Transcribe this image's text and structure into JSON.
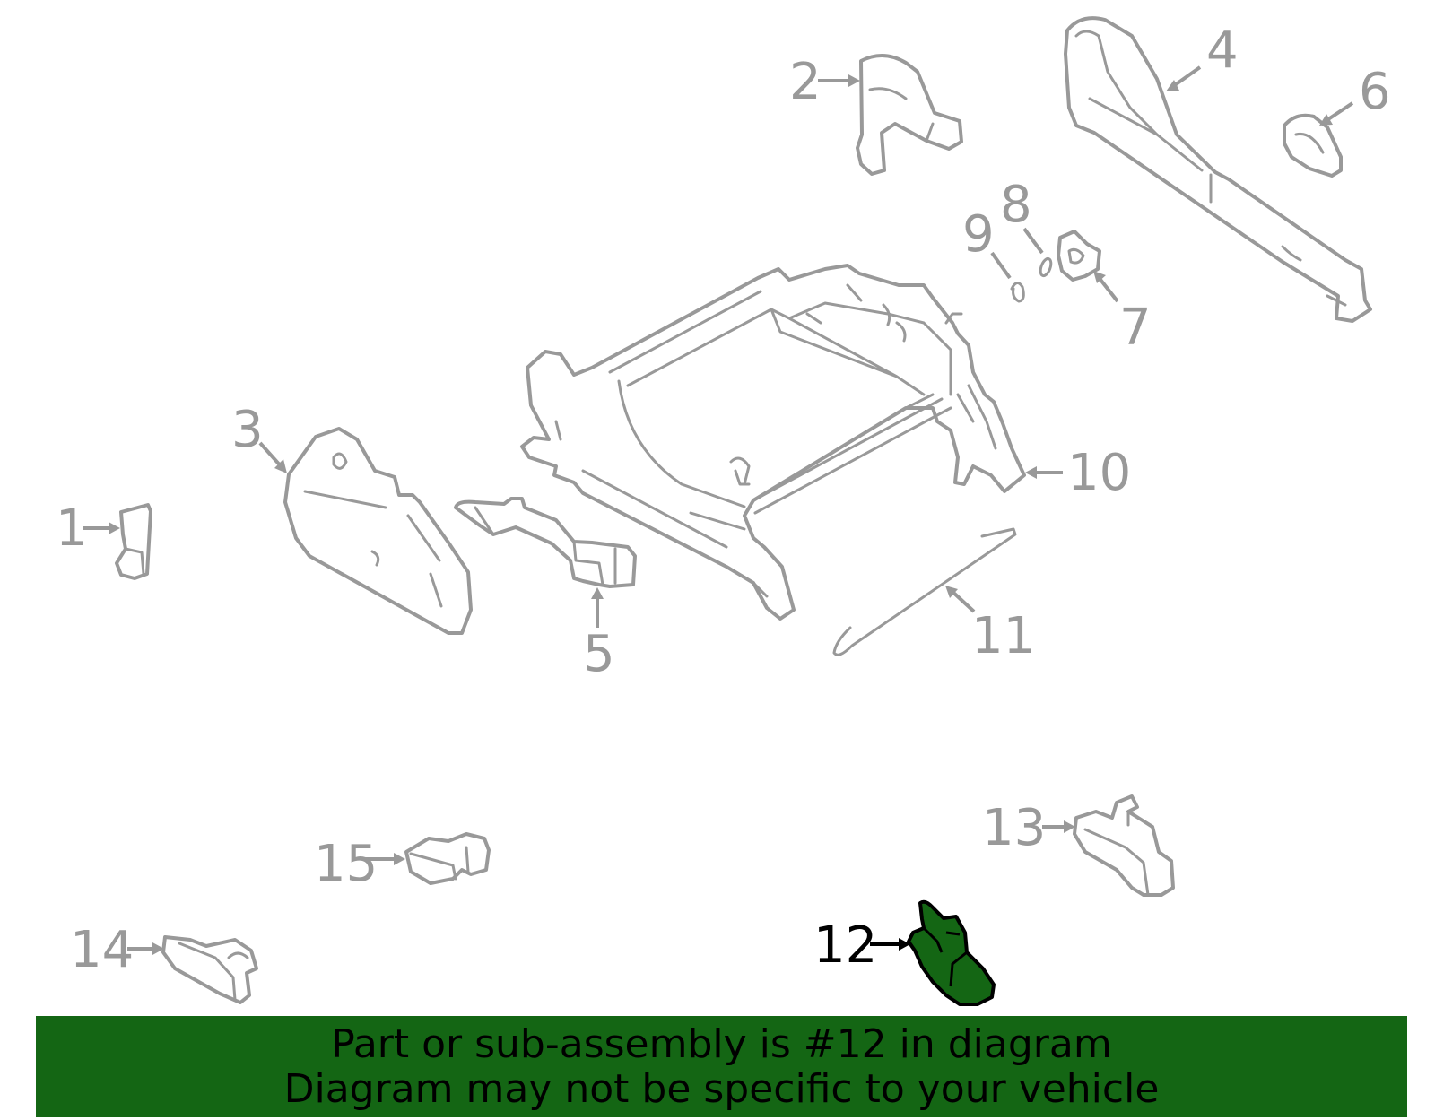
{
  "diagram": {
    "highlight_color": "#146614",
    "part_color": "#999999",
    "callouts": [
      {
        "id": "1",
        "label": "1"
      },
      {
        "id": "2",
        "label": "2"
      },
      {
        "id": "3",
        "label": "3"
      },
      {
        "id": "4",
        "label": "4"
      },
      {
        "id": "5",
        "label": "5"
      },
      {
        "id": "6",
        "label": "6"
      },
      {
        "id": "7",
        "label": "7"
      },
      {
        "id": "8",
        "label": "8"
      },
      {
        "id": "9",
        "label": "9"
      },
      {
        "id": "10",
        "label": "10"
      },
      {
        "id": "11",
        "label": "11"
      },
      {
        "id": "12",
        "label": "12",
        "highlighted": true
      },
      {
        "id": "13",
        "label": "13"
      },
      {
        "id": "14",
        "label": "14"
      },
      {
        "id": "15",
        "label": "15"
      }
    ]
  },
  "banner": {
    "line1": "Part or sub-assembly is #12 in diagram",
    "line2": "Diagram may not be specific to your vehicle",
    "background": "#146614"
  }
}
